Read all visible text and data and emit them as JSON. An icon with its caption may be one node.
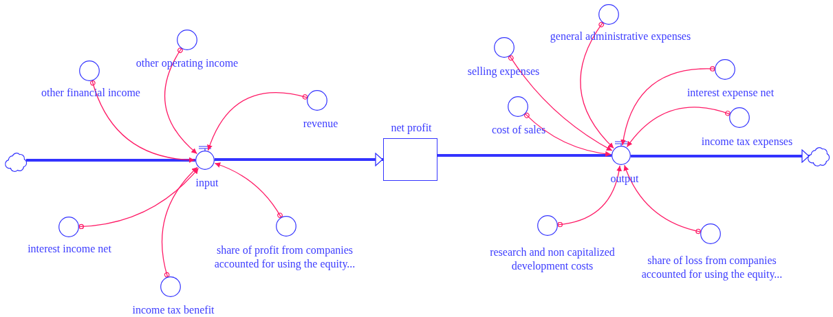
{
  "diagram": {
    "nodes": [
      {
        "text": [],
        "shape": "cloud"
      },
      {
        "text": [
          "input"
        ]
      },
      {
        "text": [
          "net profit"
        ]
      },
      {
        "text": [
          "output"
        ]
      },
      {
        "text": [],
        "shape": "cloud"
      },
      {
        "text": [
          "other financial income"
        ]
      },
      {
        "text": [
          "other operating income"
        ]
      },
      {
        "text": [
          "revenue"
        ]
      },
      {
        "text": [
          "interest income net"
        ]
      },
      {
        "text": [
          "income tax benefit"
        ]
      },
      {
        "text": [
          "share of profit from companies accounted for using the equity..."
        ]
      },
      {
        "text": [
          "selling expenses"
        ]
      },
      {
        "text": [
          "general administrative expenses"
        ]
      },
      {
        "text": [
          "cost of sales"
        ]
      },
      {
        "text": [
          "interest expense net"
        ]
      },
      {
        "text": [
          "income tax expenses"
        ]
      },
      {
        "text": [
          "research and non capitalized development costs"
        ]
      },
      {
        "text": [
          "share of loss from companies accounted for using the equity..."
        ]
      }
    ],
    "edges": [
      {
        "from": 0,
        "to": 1,
        "arrow": "none",
        "style": "thick",
        "color": "#3333ff"
      },
      {
        "from": 1,
        "to": 2,
        "arrow": "to",
        "style": "thick",
        "color": "#3333ff"
      },
      {
        "from": 2,
        "to": 3,
        "arrow": "none",
        "style": "thick",
        "color": "#3333ff"
      },
      {
        "from": 3,
        "to": 4,
        "arrow": "to",
        "style": "thick",
        "color": "#3333ff"
      },
      {
        "from": 5,
        "to": 1,
        "arrow": "to"
      },
      {
        "from": 6,
        "to": 1,
        "arrow": "to"
      },
      {
        "from": 7,
        "to": 1,
        "arrow": "to"
      },
      {
        "from": 8,
        "to": 1,
        "arrow": "to"
      },
      {
        "from": 9,
        "to": 1,
        "arrow": "to"
      },
      {
        "from": 10,
        "to": 1,
        "arrow": "to"
      },
      {
        "from": 11,
        "to": 3,
        "arrow": "to"
      },
      {
        "from": 12,
        "to": 3,
        "arrow": "to"
      },
      {
        "from": 13,
        "to": 3,
        "arrow": "to"
      },
      {
        "from": 14,
        "to": 3,
        "arrow": "to"
      },
      {
        "from": 15,
        "to": 3,
        "arrow": "to"
      },
      {
        "from": 16,
        "to": 3,
        "arrow": "to"
      },
      {
        "from": 17,
        "to": 3,
        "arrow": "to"
      }
    ]
  }
}
